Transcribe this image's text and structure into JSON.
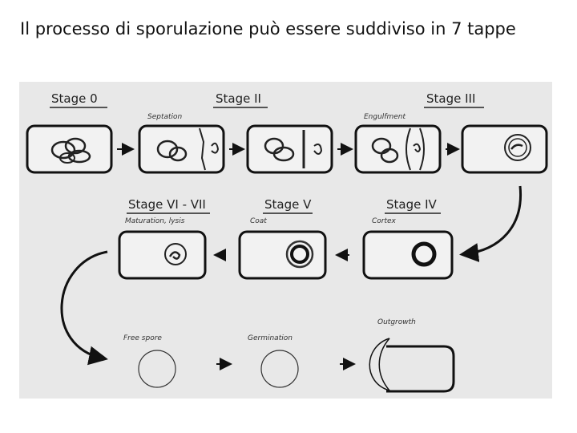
{
  "slide": {
    "title": "Il processo di sporulazione può essere suddiviso in 7 tappe"
  },
  "diagram": {
    "stage_labels": [
      "Stage 0",
      "Stage II",
      "Stage III",
      "Stage VI - VII",
      "Stage V",
      "Stage IV"
    ],
    "step_labels": [
      "Septation",
      "Engulfment",
      "Maturation, lysis",
      "Coat",
      "Cortex",
      "Free spore",
      "Germination",
      "Outgrowth"
    ]
  }
}
